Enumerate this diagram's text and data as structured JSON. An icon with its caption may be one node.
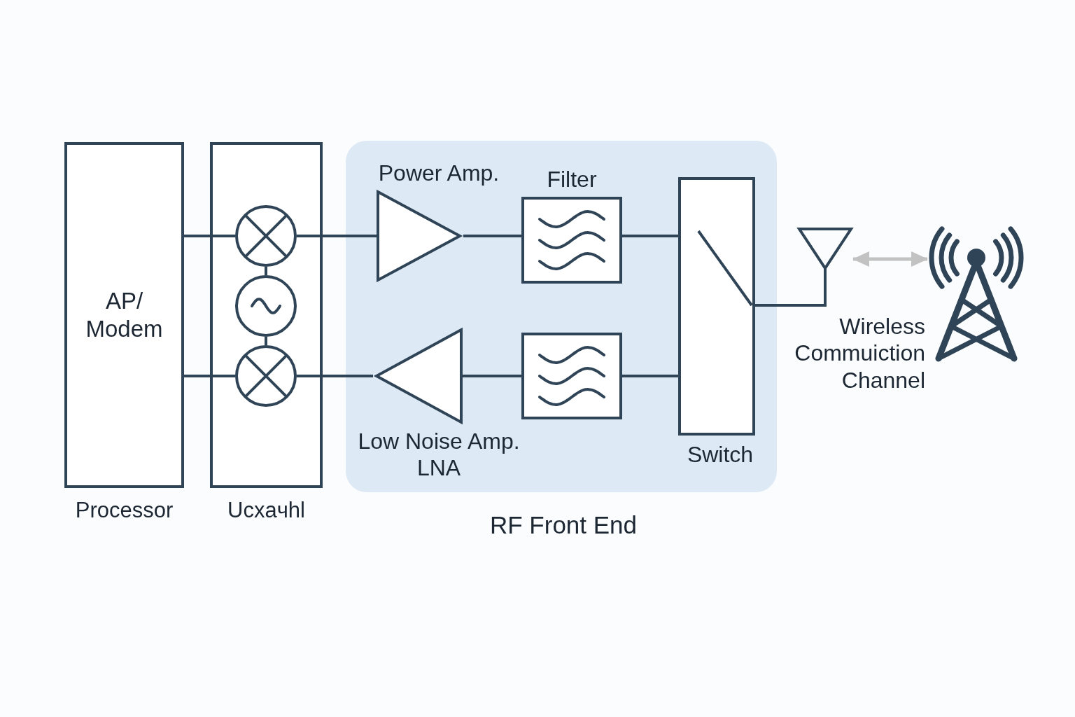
{
  "diagram": {
    "nodes": [
      {
        "text": [
          "AP/ Modem",
          "Processor"
        ]
      },
      {
        "text": [
          "Ucxaчhl"
        ]
      },
      {
        "text": [],
        "shape": "circle",
        "in": 1
      },
      {
        "text": [],
        "shape": "circle",
        "in": 1
      },
      {
        "text": [],
        "shape": "circle",
        "in": 1
      },
      {
        "text": [
          "RF Front End"
        ]
      },
      {
        "text": [
          "Power Amp."
        ],
        "in": 5
      },
      {
        "text": [
          "Filter"
        ],
        "in": 5
      },
      {
        "text": [
          "Low Noise Amp. LNA"
        ],
        "in": 5
      },
      {
        "text": [],
        "shape": "box",
        "in": 5
      },
      {
        "text": [
          "Switch"
        ],
        "in": 5
      },
      {
        "text": [],
        "shape": "picture"
      },
      {
        "text": [],
        "shape": "picture"
      }
    ],
    "edges": [
      {
        "from": 0,
        "to": 2,
        "arrow": "none"
      },
      {
        "from": 0,
        "to": 4,
        "arrow": "none"
      },
      {
        "from": 2,
        "to": 3,
        "arrow": "none"
      },
      {
        "from": 3,
        "to": 4,
        "arrow": "none"
      },
      {
        "from": 2,
        "to": 6,
        "arrow": "none"
      },
      {
        "from": 6,
        "to": 7,
        "arrow": "none"
      },
      {
        "from": 7,
        "to": 10,
        "arrow": "none"
      },
      {
        "from": 10,
        "to": 9,
        "arrow": "none"
      },
      {
        "from": 9,
        "to": 8,
        "arrow": "none"
      },
      {
        "from": 8,
        "to": 4,
        "arrow": "none"
      },
      {
        "from": 10,
        "to": 11,
        "arrow": "none"
      },
      {
        "from": 11,
        "to": 12,
        "arrow": "both",
        "color": "#c2c2c2"
      }
    ],
    "labels": [
      "Wireless Commuiction Channel"
    ]
  }
}
